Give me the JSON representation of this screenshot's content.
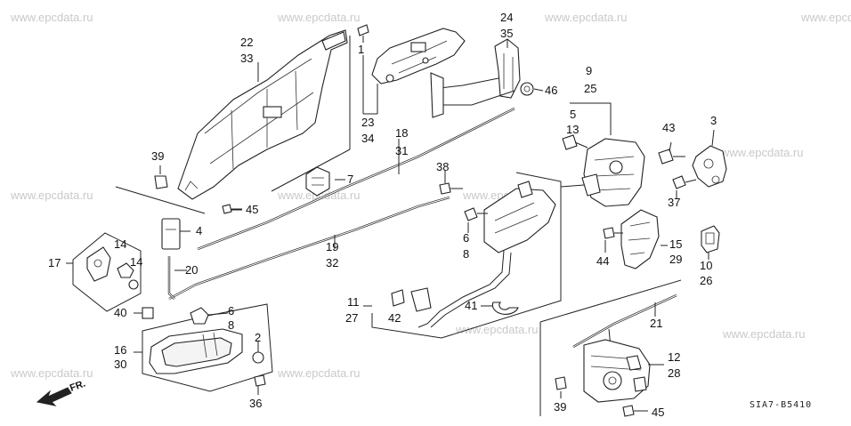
{
  "watermark": "www.epcdata.ru",
  "diagram_code": "SIA7-B5410",
  "direction_label": "FR.",
  "callouts": {
    "c1": "1",
    "c2": "2",
    "c3": "3",
    "c4": "4",
    "c5": "5",
    "c6a": "6",
    "c6b": "6",
    "c7": "7",
    "c8a": "8",
    "c8b": "8",
    "c9": "9",
    "c10": "10",
    "c11": "11",
    "c12": "12",
    "c13": "13",
    "c14a": "14",
    "c14b": "14",
    "c15": "15",
    "c16": "16",
    "c17": "17",
    "c18": "18",
    "c19": "19",
    "c20": "20",
    "c21": "21",
    "c22": "22",
    "c23": "23",
    "c24": "24",
    "c25": "25",
    "c26": "26",
    "c27": "27",
    "c28": "28",
    "c29": "29",
    "c30": "30",
    "c31": "31",
    "c32": "32",
    "c33": "33",
    "c34": "34",
    "c35": "35",
    "c36": "36",
    "c37": "37",
    "c38": "38",
    "c39a": "39",
    "c39b": "39",
    "c40": "40",
    "c41": "41",
    "c42": "42",
    "c43": "43",
    "c44": "44",
    "c45a": "45",
    "c45b": "45",
    "c46": "46"
  }
}
